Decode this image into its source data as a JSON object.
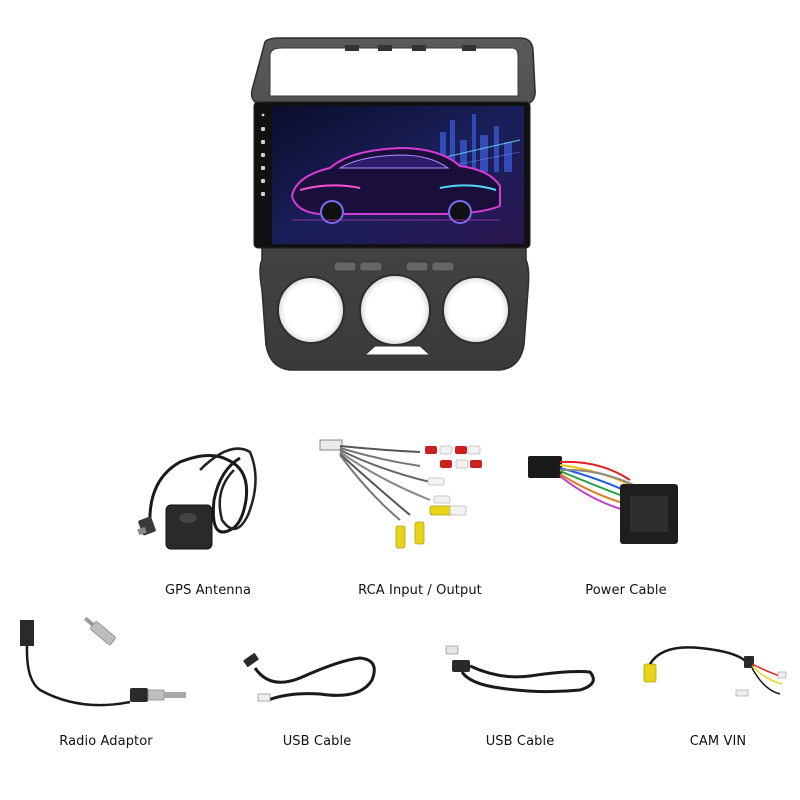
{
  "accessories": [
    {
      "id": "gps",
      "label": "GPS Antenna"
    },
    {
      "id": "rca",
      "label": "RCA Input / Output"
    },
    {
      "id": "power",
      "label": "Power Cable"
    },
    {
      "id": "radio",
      "label": "Radio Adaptor"
    },
    {
      "id": "usb1",
      "label": "USB Cable"
    },
    {
      "id": "usb2",
      "label": "USB Cable"
    },
    {
      "id": "cam",
      "label": "CAM VIN"
    }
  ],
  "colors": {
    "frame": "#4a4a4a",
    "screen": "#151a4a",
    "car_accent": "#d63bd6",
    "rca_red": "#cc2020",
    "rca_yellow": "#e8d51a",
    "rca_white": "#f2f2f2"
  }
}
